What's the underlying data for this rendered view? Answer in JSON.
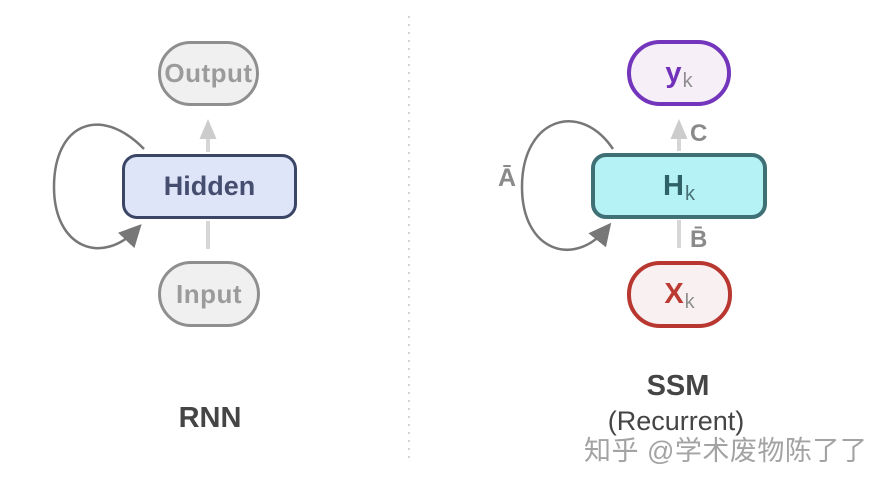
{
  "colors": {
    "background": "#ffffff",
    "divider": "#d2d2d2",
    "flow_arrow": "#cccccc",
    "flow_line": "#d6d6d6",
    "loop_stroke": "#777777",
    "edge_label": "#8a8a8a",
    "io_pill_border": "#8f8f8f",
    "io_pill_fill": "#f0f0f0",
    "io_pill_text": "#9b9b9b",
    "hidden_border": "#3b4566",
    "hidden_fill": "#dfe5f9",
    "hidden_text": "#454e6e",
    "h_border": "#3f7076",
    "h_fill": "#b4f2f6",
    "h_text": "#2f6168",
    "h_sub_text": "#4a7077",
    "y_border": "#7435bd",
    "y_fill": "#f7eff8",
    "y_text": "#7131ba",
    "x_border": "#b83730",
    "x_fill": "#f9f1f1",
    "x_text": "#bb3a33",
    "sub_text": "#8e8e8e",
    "title_text": "#454545",
    "watermark_text": "#a3a3a3"
  },
  "rnn": {
    "title": "RNN",
    "nodes": {
      "output": "Output",
      "hidden": "Hidden",
      "input": "Input"
    }
  },
  "ssm": {
    "title": "SSM",
    "subtitle": "(Recurrent)",
    "nodes": {
      "y": {
        "main": "y",
        "sub": "k"
      },
      "h": {
        "main": "H",
        "sub": "k"
      },
      "x": {
        "main": "X",
        "sub": "k"
      }
    },
    "edge_labels": {
      "recurrence": "Ā",
      "input": "B̄",
      "output": "C"
    }
  },
  "watermark": "知乎 @学术废物陈了了"
}
